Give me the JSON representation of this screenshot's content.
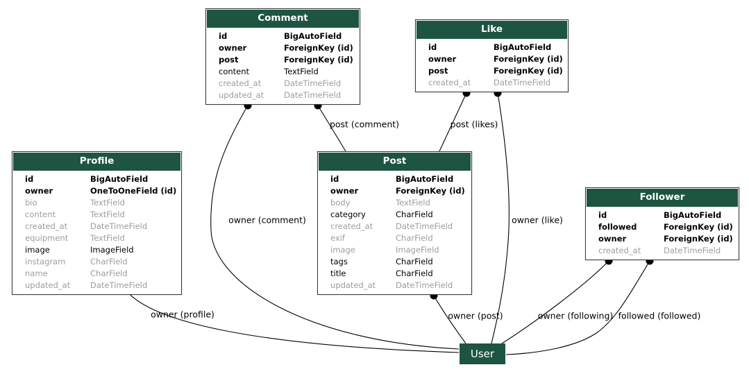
{
  "colors": {
    "header_bg": "#1d5540",
    "header_text": "#ffffff",
    "border": "#3a3a3a",
    "field_text": "#000000",
    "muted_field_text": "#9d9d9d",
    "edge": "#000000",
    "background": "#ffffff"
  },
  "entities": [
    {
      "name": "Comment",
      "fields": [
        {
          "name": "id",
          "type": "BigAutoField",
          "style": "key"
        },
        {
          "name": "owner",
          "type": "ForeignKey (id)",
          "style": "key"
        },
        {
          "name": "post",
          "type": "ForeignKey (id)",
          "style": "key"
        },
        {
          "name": "content",
          "type": "TextField",
          "style": "plain"
        },
        {
          "name": "created_at",
          "type": "DateTimeField",
          "style": "muted"
        },
        {
          "name": "updated_at",
          "type": "DateTimeField",
          "style": "muted"
        }
      ]
    },
    {
      "name": "Like",
      "fields": [
        {
          "name": "id",
          "type": "BigAutoField",
          "style": "key"
        },
        {
          "name": "owner",
          "type": "ForeignKey (id)",
          "style": "key"
        },
        {
          "name": "post",
          "type": "ForeignKey (id)",
          "style": "key"
        },
        {
          "name": "created_at",
          "type": "DateTimeField",
          "style": "muted"
        }
      ]
    },
    {
      "name": "Profile",
      "fields": [
        {
          "name": "id",
          "type": "BigAutoField",
          "style": "key"
        },
        {
          "name": "owner",
          "type": "OneToOneField (id)",
          "style": "key"
        },
        {
          "name": "bio",
          "type": "TextField",
          "style": "muted"
        },
        {
          "name": "content",
          "type": "TextField",
          "style": "muted"
        },
        {
          "name": "created_at",
          "type": "DateTimeField",
          "style": "muted"
        },
        {
          "name": "equipment",
          "type": "TextField",
          "style": "muted"
        },
        {
          "name": "image",
          "type": "ImageField",
          "style": "plain"
        },
        {
          "name": "instagram",
          "type": "CharField",
          "style": "muted"
        },
        {
          "name": "name",
          "type": "CharField",
          "style": "muted"
        },
        {
          "name": "updated_at",
          "type": "DateTimeField",
          "style": "muted"
        }
      ]
    },
    {
      "name": "Post",
      "fields": [
        {
          "name": "id",
          "type": "BigAutoField",
          "style": "key"
        },
        {
          "name": "owner",
          "type": "ForeignKey (id)",
          "style": "key"
        },
        {
          "name": "body",
          "type": "TextField",
          "style": "muted"
        },
        {
          "name": "category",
          "type": "CharField",
          "style": "plain"
        },
        {
          "name": "created_at",
          "type": "DateTimeField",
          "style": "muted"
        },
        {
          "name": "exif",
          "type": "CharField",
          "style": "muted"
        },
        {
          "name": "image",
          "type": "ImageField",
          "style": "muted"
        },
        {
          "name": "tags",
          "type": "CharField",
          "style": "plain"
        },
        {
          "name": "title",
          "type": "CharField",
          "style": "plain"
        },
        {
          "name": "updated_at",
          "type": "DateTimeField",
          "style": "muted"
        }
      ]
    },
    {
      "name": "Follower",
      "fields": [
        {
          "name": "id",
          "type": "BigAutoField",
          "style": "key"
        },
        {
          "name": "followed",
          "type": "ForeignKey (id)",
          "style": "key"
        },
        {
          "name": "owner",
          "type": "ForeignKey (id)",
          "style": "key"
        },
        {
          "name": "created_at",
          "type": "DateTimeField",
          "style": "muted"
        }
      ]
    }
  ],
  "user_node": {
    "label": "User"
  },
  "edges": [
    {
      "from": "Comment",
      "field": "post",
      "to": "Post",
      "label": "post (comment)"
    },
    {
      "from": "Comment",
      "field": "owner",
      "to": "User",
      "label": "owner (comment)"
    },
    {
      "from": "Like",
      "field": "post",
      "to": "Post",
      "label": "post (likes)"
    },
    {
      "from": "Like",
      "field": "owner",
      "to": "User",
      "label": "owner (like)"
    },
    {
      "from": "Profile",
      "field": "owner",
      "to": "User",
      "label": "owner (profile)"
    },
    {
      "from": "Post",
      "field": "owner",
      "to": "User",
      "label": "owner (post)"
    },
    {
      "from": "Follower",
      "field": "owner",
      "to": "User",
      "label": "owner (following)"
    },
    {
      "from": "Follower",
      "field": "followed",
      "to": "User",
      "label": "followed (followed)"
    }
  ]
}
